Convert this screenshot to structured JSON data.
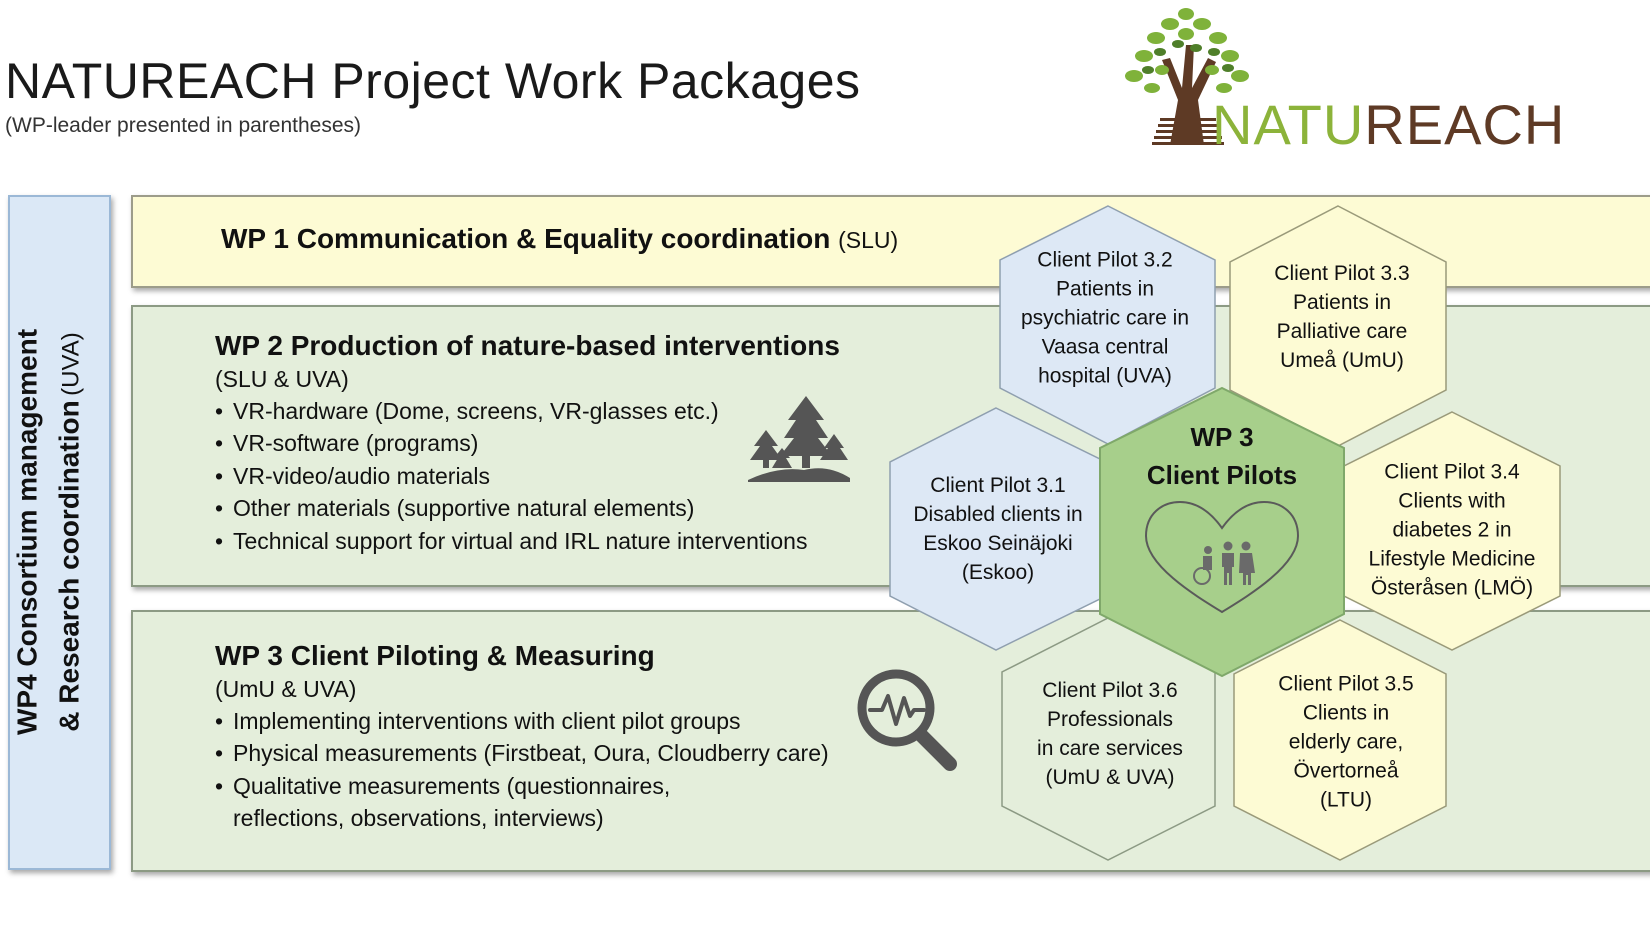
{
  "header": {
    "title": "NATUREACH Project Work Packages",
    "subtitle": "(WP-leader presented in parentheses)"
  },
  "logo": {
    "text_part1": "NATU",
    "text_part2": "REACH",
    "colors": {
      "natu": "#8cb33a",
      "reach": "#5e3a25",
      "leaves": "#7fb23a"
    }
  },
  "wp4": {
    "title_line1": "WP4 Consortium management",
    "title_line2": "& Research coordination",
    "leader": "(UVA)"
  },
  "wp1": {
    "title": "WP 1 Communication & Equality coordination",
    "leader": "(SLU)"
  },
  "wp2": {
    "title": "WP 2 Production of nature-based interventions",
    "leader": "(SLU & UVA)",
    "items": [
      "VR-hardware (Dome, screens, VR-glasses etc.)",
      "VR-software (programs)",
      "VR-video/audio materials",
      "Other materials (supportive natural elements)",
      "Technical support for virtual and IRL nature interventions"
    ],
    "icon": "forest-icon"
  },
  "wp3": {
    "title": "WP 3 Client Piloting & Measuring",
    "leader": "(UmU & UVA)",
    "items": [
      "Implementing interventions with client pilot groups",
      "Physical measurements (Firstbeat, Oura, Cloudberry care)"
    ],
    "item3_line1": "Qualitative measurements (questionnaires,",
    "item3_line2": "reflections, observations, interviews)",
    "icon": "magnifier-pulse-icon"
  },
  "bullet": "•",
  "center": {
    "line1": "WP 3",
    "line2": "Client Pilots",
    "icon": "heart-people-icon"
  },
  "pilots": [
    {
      "id": "3.2",
      "lines": [
        "Client Pilot 3.2",
        "Patients in",
        "psychiatric care in",
        "Vaasa central",
        "hospital (UVA)"
      ]
    },
    {
      "id": "3.3",
      "lines": [
        "Client Pilot 3.3",
        "Patients in",
        "Palliative care",
        "Umeå (UmU)"
      ]
    },
    {
      "id": "3.1",
      "lines": [
        "Client Pilot 3.1",
        "Disabled clients in",
        "Eskoo Seinäjoki",
        "(Eskoo)"
      ]
    },
    {
      "id": "3.4",
      "lines": [
        "Client Pilot 3.4",
        "Clients with",
        "diabetes 2 in",
        "Lifestyle Medicine",
        "Österåsen (LMÖ)"
      ]
    },
    {
      "id": "3.6",
      "lines": [
        "Client Pilot 3.6",
        "Professionals",
        "in care services",
        "(UmU & UVA)"
      ]
    },
    {
      "id": "3.5",
      "lines": [
        "Client Pilot 3.5",
        "Clients in",
        "elderly care,",
        "Övertorneå",
        "(LTU)"
      ]
    }
  ],
  "colors": {
    "wp1_bg": "#fdfbd4",
    "wp2_bg": "#e4eedb",
    "wp3_bg": "#e4eedb",
    "wp4_bg": "#dbe8f6",
    "hex_blue": "#dde8f5",
    "hex_yellow": "#fdfbd4",
    "hex_green": "#a7cf8b"
  }
}
